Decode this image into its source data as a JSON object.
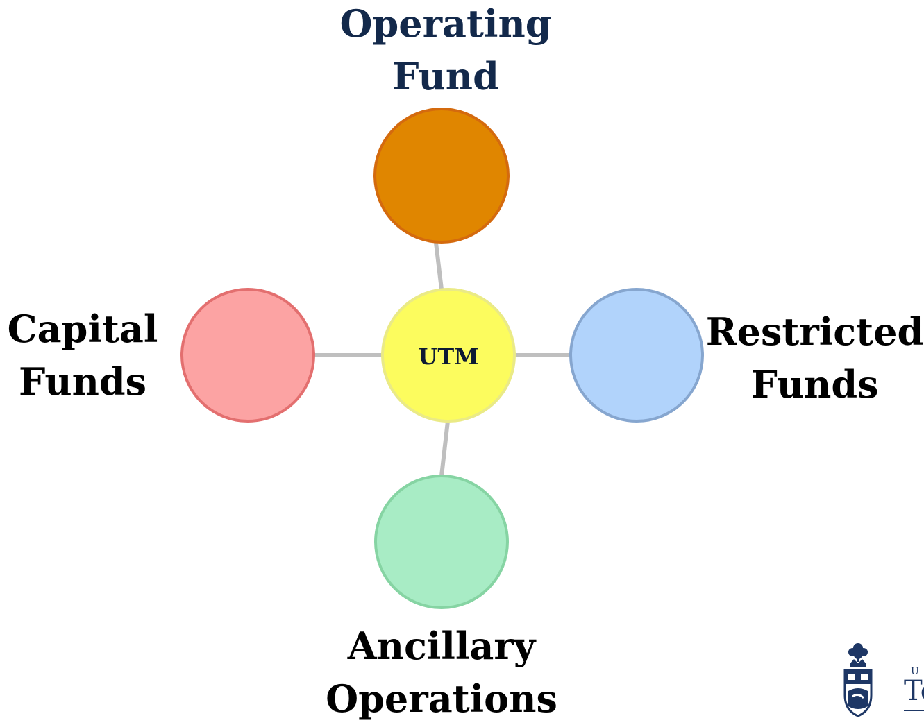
{
  "center": {
    "label": "UTM",
    "color": "#fcfc5e"
  },
  "nodes": {
    "operating_fund": {
      "lines": [
        "Operating",
        "Fund"
      ],
      "color": "#e08600",
      "text_color": "#13294b"
    },
    "capital_funds": {
      "lines": [
        "Capital",
        "Funds"
      ],
      "color": "#fca3a3",
      "text_color": "#000000"
    },
    "restricted_funds": {
      "lines": [
        "Restricted",
        "Funds"
      ],
      "color": "#b1d3fb",
      "text_color": "#000000"
    },
    "ancillary_operations": {
      "lines": [
        "Ancillary",
        "Operations"
      ],
      "color": "#a8ecc5",
      "text_color": "#000000"
    }
  },
  "connector_color": "#bfbfbf",
  "logo": {
    "top_text": "U",
    "main_text": "To",
    "color": "#1e3765"
  }
}
